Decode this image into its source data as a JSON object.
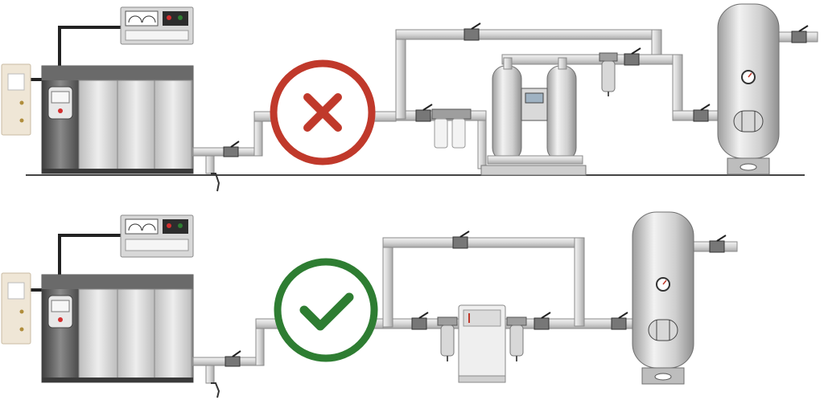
{
  "colors": {
    "bad": "#c0392b",
    "good": "#2e7d32",
    "pipe": "#dcdcdc",
    "pipe_edge": "#8a8a8a",
    "metal": "#c9c9c9",
    "dark_metal": "#5c5c5c",
    "valve": "#3a3a3a",
    "floor": "#444444"
  },
  "rows": [
    {
      "id": "incorrect",
      "verdict": "cross",
      "verdict_color": "#c0392b",
      "components": [
        "air-compressor",
        "control-panel",
        "wall-disconnect",
        "drain-valve",
        "twin-tower-desiccant-dryer",
        "pre-filters",
        "after-filter",
        "air-receiver-tank"
      ]
    },
    {
      "id": "correct",
      "verdict": "check",
      "verdict_color": "#2e7d32",
      "components": [
        "air-compressor",
        "control-panel",
        "wall-disconnect",
        "drain-valve",
        "refrigerated-dryer",
        "pre-filter",
        "after-filter",
        "air-receiver-tank"
      ]
    }
  ]
}
